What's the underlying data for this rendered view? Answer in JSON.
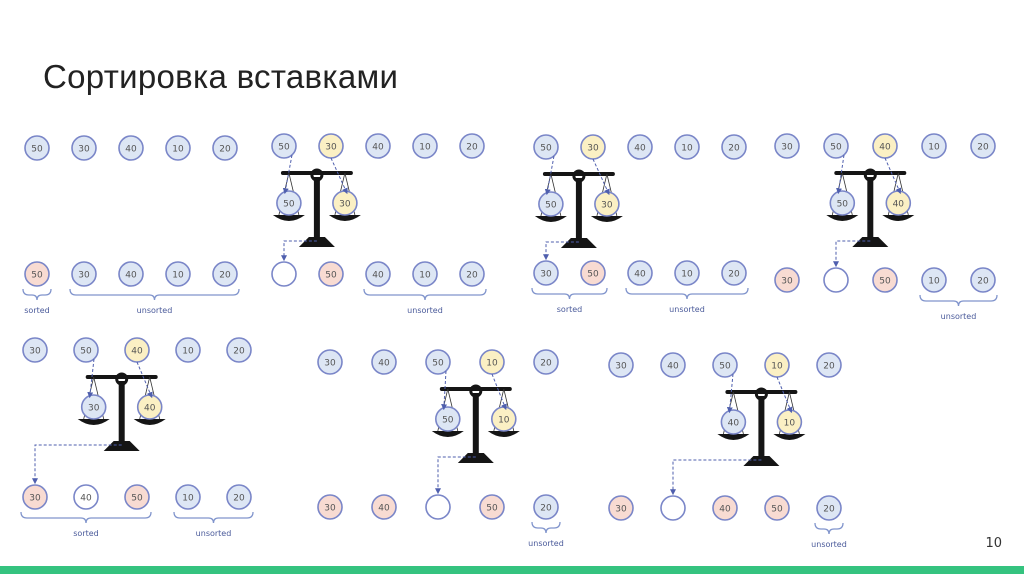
{
  "title": "Сортировка вставками",
  "page_number": "10",
  "colors": {
    "unsorted": "#dde6f4",
    "sorted": "#f8dbd2",
    "compare": "#fbf0c4",
    "empty": "#ffffff",
    "stroke": "#7a86c8",
    "bracket": "#8094cc",
    "arrow": "#4f5fae",
    "scale": "#151515",
    "bar": "#35c37f"
  },
  "labels": {
    "sorted": "sorted",
    "unsorted": "unsorted"
  },
  "panels": [
    {
      "top": [
        "50",
        "30",
        "40",
        "10",
        "20"
      ],
      "top_colors": [
        "unsorted",
        "unsorted",
        "unsorted",
        "unsorted",
        "unsorted"
      ],
      "bottom": [
        "50",
        "30",
        "40",
        "10",
        "20"
      ],
      "bottom_colors": [
        "sorted",
        "unsorted",
        "unsorted",
        "unsorted",
        "unsorted"
      ],
      "sorted_label": "sorted",
      "unsorted_label": "unsorted",
      "scale_has": false
    },
    {
      "top": [
        "50",
        "30",
        "40",
        "10",
        "20"
      ],
      "top_colors": [
        "unsorted",
        "compare",
        "unsorted",
        "unsorted",
        "unsorted"
      ],
      "pans": [
        "50",
        "30"
      ],
      "bottom": [
        "",
        "50",
        "40",
        "10",
        "20"
      ],
      "bottom_colors": [
        "empty",
        "sorted",
        "unsorted",
        "unsorted",
        "unsorted"
      ],
      "unsorted_label": "unsorted",
      "scale_has": true
    },
    {
      "top": [
        "50",
        "30",
        "40",
        "10",
        "20"
      ],
      "top_colors": [
        "unsorted",
        "compare",
        "unsorted",
        "unsorted",
        "unsorted"
      ],
      "pans": [
        "50",
        "30"
      ],
      "bottom": [
        "30",
        "50",
        "40",
        "10",
        "20"
      ],
      "bottom_colors": [
        "unsorted",
        "sorted",
        "unsorted",
        "unsorted",
        "unsorted"
      ],
      "sorted_label": "sorted",
      "unsorted_label": "unsorted",
      "scale_has": true
    },
    {
      "top": [
        "30",
        "50",
        "40",
        "10",
        "20"
      ],
      "top_colors": [
        "unsorted",
        "unsorted",
        "compare",
        "unsorted",
        "unsorted"
      ],
      "pans": [
        "50",
        "40"
      ],
      "bottom": [
        "30",
        "",
        "50",
        "10",
        "20"
      ],
      "bottom_colors": [
        "sorted",
        "empty",
        "sorted",
        "unsorted",
        "unsorted"
      ],
      "unsorted_label": "unsorted",
      "scale_has": true
    },
    {
      "top": [
        "30",
        "50",
        "40",
        "10",
        "20"
      ],
      "top_colors": [
        "unsorted",
        "unsorted",
        "compare",
        "unsorted",
        "unsorted"
      ],
      "pans": [
        "30",
        "40"
      ],
      "bottom": [
        "30",
        "40",
        "50",
        "10",
        "20"
      ],
      "bottom_colors": [
        "sorted",
        "empty",
        "sorted",
        "unsorted",
        "unsorted"
      ],
      "sorted_label": "sorted",
      "unsorted_label": "unsorted",
      "scale_has": true
    },
    {
      "top": [
        "30",
        "40",
        "50",
        "10",
        "20"
      ],
      "top_colors": [
        "unsorted",
        "unsorted",
        "unsorted",
        "compare",
        "unsorted"
      ],
      "pans": [
        "50",
        "10"
      ],
      "bottom": [
        "30",
        "40",
        "",
        "50",
        "20"
      ],
      "bottom_colors": [
        "sorted",
        "sorted",
        "empty",
        "sorted",
        "unsorted"
      ],
      "unsorted_label": "unsorted",
      "scale_has": true
    },
    {
      "top": [
        "30",
        "40",
        "50",
        "10",
        "20"
      ],
      "top_colors": [
        "unsorted",
        "unsorted",
        "unsorted",
        "compare",
        "unsorted"
      ],
      "pans": [
        "40",
        "10"
      ],
      "bottom": [
        "30",
        "",
        "40",
        "50",
        "20"
      ],
      "bottom_colors": [
        "sorted",
        "empty",
        "sorted",
        "sorted",
        "unsorted"
      ],
      "unsorted_label": "unsorted",
      "scale_has": true
    }
  ]
}
